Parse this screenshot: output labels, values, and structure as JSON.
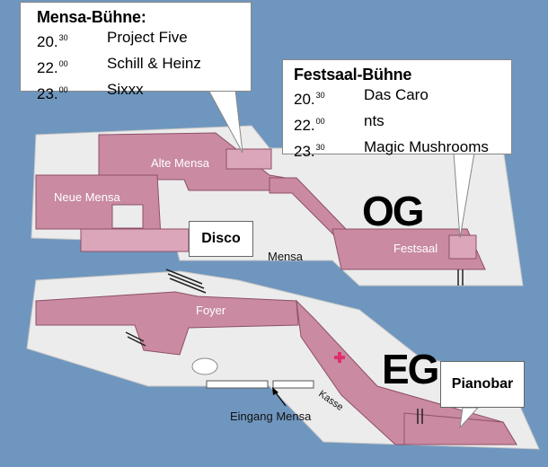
{
  "mensa_stage": {
    "title": "Mensa-Bühne",
    "acts": [
      {
        "hour": "20.",
        "min": "30",
        "name": "Project Five"
      },
      {
        "hour": "22.",
        "min": "00",
        "name": "Schill & Heinz"
      },
      {
        "hour": "23.",
        "min": "00",
        "name": "Sixxx"
      }
    ]
  },
  "festsaal_stage": {
    "title": "Festsaal-Bühne",
    "acts": [
      {
        "hour": "20.",
        "min": "30",
        "name": "Das Caro"
      },
      {
        "hour": "22.",
        "min": "00",
        "name": "nts"
      },
      {
        "hour": "23.",
        "min": "30",
        "name": "Magic Mushrooms"
      }
    ]
  },
  "floors": {
    "upper": "OG",
    "ground": "EG"
  },
  "boxes": {
    "disco": "Disco",
    "pianobar": "Pianobar"
  },
  "rooms": {
    "alte_mensa": "Alte Mensa",
    "neue_mensa": "Neue Mensa",
    "festsaal": "Festsaal",
    "mensa": "Mensa",
    "foyer": "Foyer",
    "eingang": "Eingang Mensa",
    "kasse": "Kasse"
  },
  "colors": {
    "water": "#6f96be",
    "floor": "#ececec",
    "rooms": "#c98aa2",
    "room_dark": "#8e5068",
    "first_aid": "#e0306c"
  }
}
